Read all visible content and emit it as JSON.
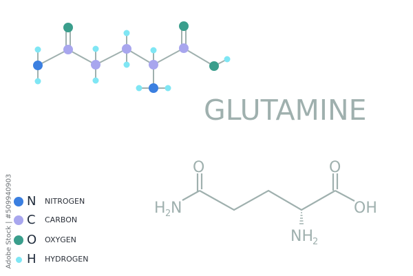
{
  "title": "GLUTAMINE",
  "colors": {
    "nitrogen": "#3b7fe0",
    "carbon": "#a8a6ee",
    "oxygen": "#3a9e8c",
    "hydrogen": "#7fe6f4",
    "bond_ball_stick": "#9fb0ae",
    "skeletal": "#9fb0ae"
  },
  "legend": [
    {
      "symbol": "N",
      "label": "NITROGEN",
      "color": "#3b7fe0"
    },
    {
      "symbol": "C",
      "label": "CARBON",
      "color": "#a8a6ee"
    },
    {
      "symbol": "O",
      "label": "OXYGEN",
      "color": "#3a9e8c"
    },
    {
      "symbol": "H",
      "label": "HYDROGEN",
      "color": "#7fe6f4"
    }
  ],
  "skeletal_labels": {
    "amide_o": "O",
    "amide_n": "H",
    "amide_n_sub": "2",
    "amide_n_tail": "N",
    "acid_o": "O",
    "acid_oh": "OH",
    "alpha_n": "NH",
    "alpha_n_sub": "2"
  },
  "watermark": "Adobe Stock | #509940903"
}
